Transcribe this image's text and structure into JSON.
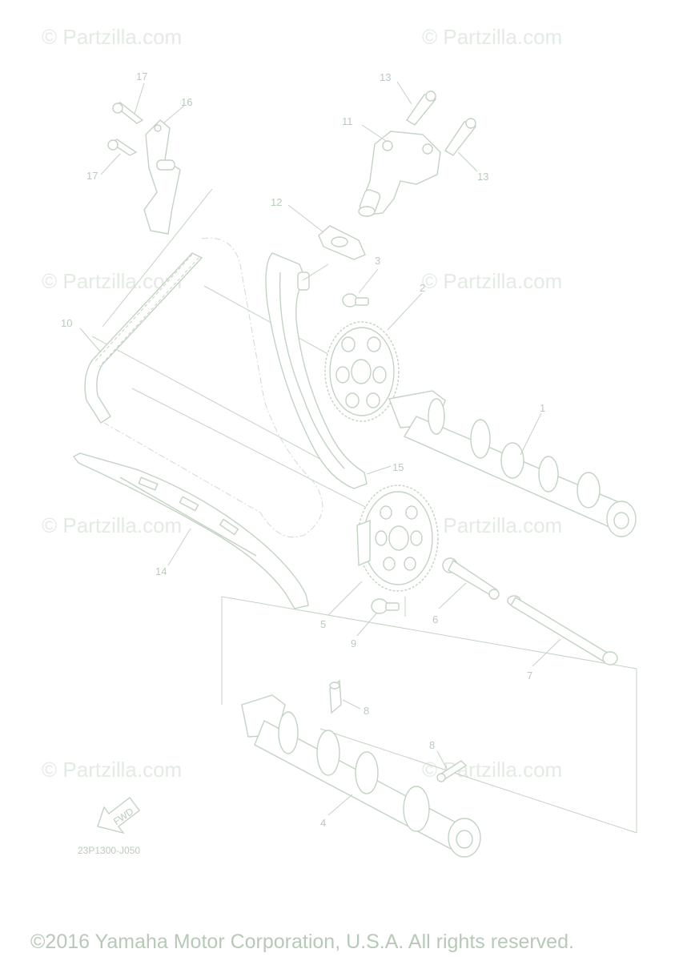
{
  "watermark": "© Partzilla.com",
  "diagram_code": "23P1300-J050",
  "fwd_label": "FWD",
  "copyright": "©2016 Yamaha Motor Corporation, U.S.A. All rights reserved.",
  "callouts": {
    "c1": "1",
    "c2": "2",
    "c3": "3",
    "c4": "4",
    "c5": "5",
    "c6": "6",
    "c7": "7",
    "c8a": "8",
    "c8b": "8",
    "c9": "9",
    "c10": "10",
    "c11": "11",
    "c12": "12",
    "c13a": "13",
    "c13b": "13",
    "c14": "14",
    "c15": "15",
    "c16": "16",
    "c17a": "17",
    "c17b": "17"
  },
  "colors": {
    "line": "#c3d3c3",
    "text": "#b9ccb9",
    "watermark": "#e3ebe3"
  }
}
